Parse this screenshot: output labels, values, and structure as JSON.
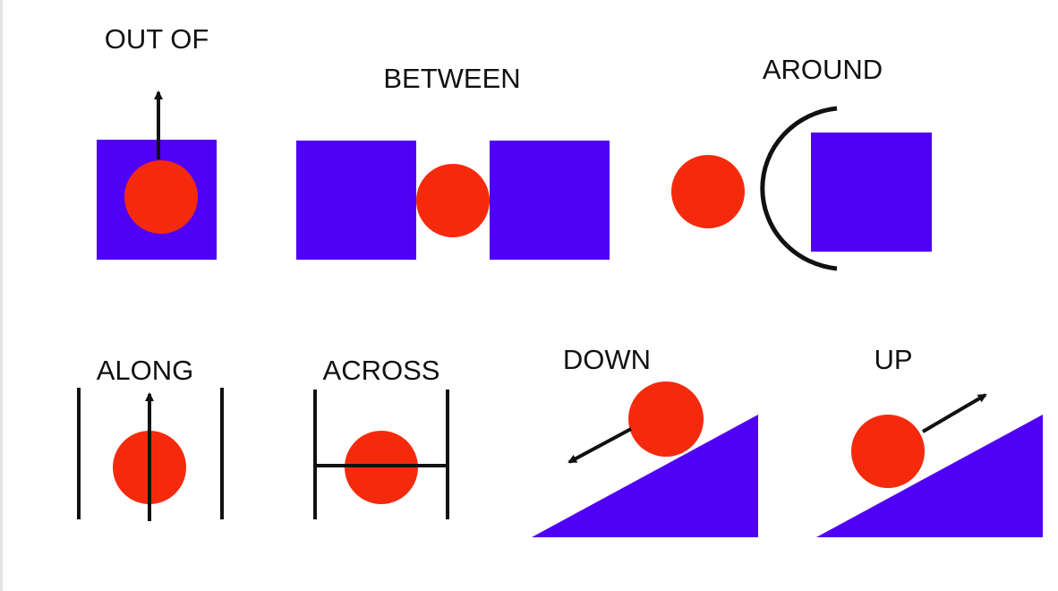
{
  "labels": {
    "out_of": "OUT OF",
    "between": "BETWEEN",
    "around": "AROUND",
    "along": "ALONG",
    "across": "ACROSS",
    "down": "DOWN",
    "up": "UP"
  },
  "colors": {
    "shape": "#5000f5",
    "ball": "#f52a0c",
    "line": "#111111",
    "background": "#ffffff"
  }
}
